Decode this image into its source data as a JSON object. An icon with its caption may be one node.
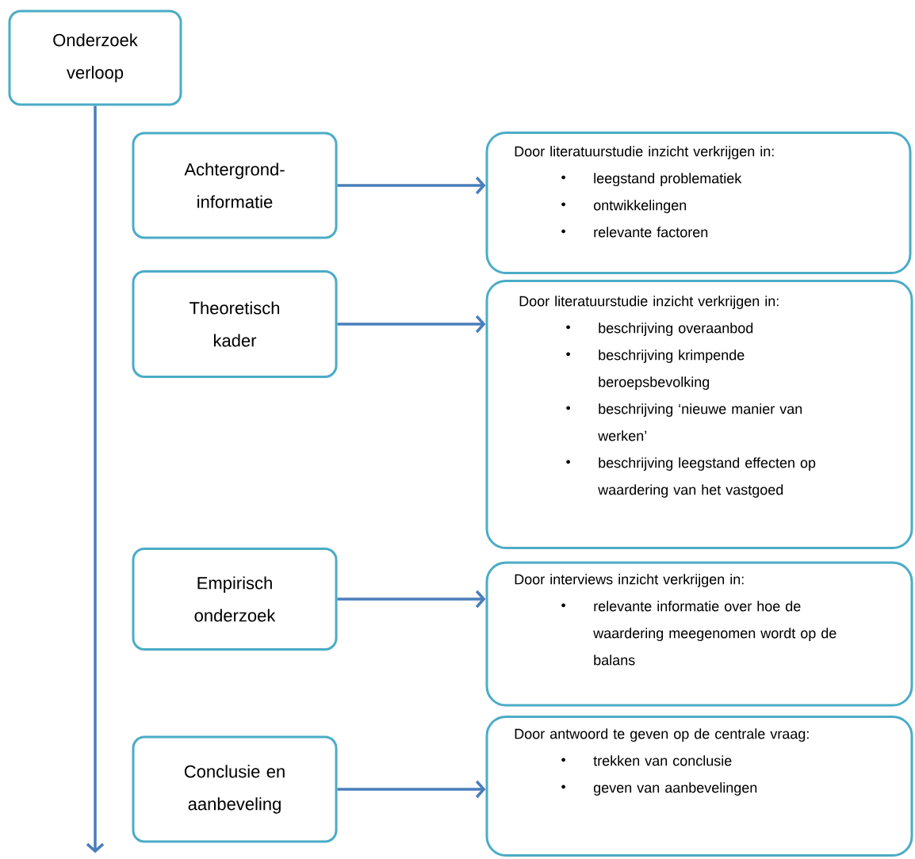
{
  "diagram": {
    "nodes": [
      {
        "text": [
          "Onderzoek verloop"
        ]
      },
      {
        "text": [
          "Achtergrond- informatie"
        ]
      },
      {
        "text": [
          "Door literatuurstudie inzicht verkrijgen in:",
          "leegstand problematiek",
          "ontwikkelingen",
          "relevante factoren"
        ]
      },
      {
        "text": [
          "Theoretisch kader"
        ]
      },
      {
        "text": [
          "Door literatuurstudie inzicht verkrijgen in:",
          "beschrijving overaanbod",
          "beschrijving krimpende beroepsbevolking",
          "beschrijving ‘nieuwe manier van werken’",
          "beschrijving leegstand effecten op waardering van het vastgoed"
        ]
      },
      {
        "text": [
          "Empirisch onderzoek"
        ]
      },
      {
        "text": [
          "Door interviews inzicht verkrijgen in:",
          "relevante informatie over hoe de waardering meegenomen wordt op de balans"
        ]
      },
      {
        "text": [
          "Conclusie en aanbeveling"
        ]
      },
      {
        "text": [
          "Door antwoord te geven op de centrale vraag:",
          "trekken van conclusie",
          "geven van aanbevelingen"
        ]
      }
    ],
    "edges": [
      {
        "from": 0,
        "to": null,
        "arrow": "to"
      },
      {
        "from": 1,
        "to": 2,
        "arrow": "to"
      },
      {
        "from": 3,
        "to": 4,
        "arrow": "to"
      },
      {
        "from": 5,
        "to": 6,
        "arrow": "to"
      },
      {
        "from": 7,
        "to": 8,
        "arrow": "to"
      }
    ]
  }
}
